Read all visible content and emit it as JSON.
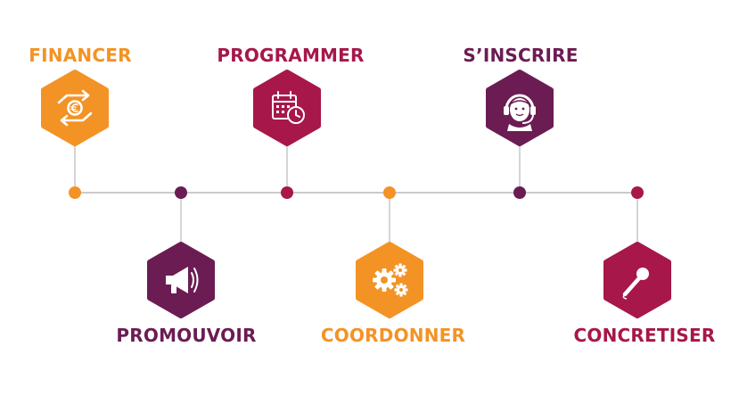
{
  "colors": {
    "orange": "#f39325",
    "crimson": "#a7174a",
    "plum": "#6b1c53",
    "line": "#b9b9b9"
  },
  "steps": [
    {
      "label": "FINANCER",
      "color": "orange",
      "icon": "euro-exchange-icon",
      "position": "top"
    },
    {
      "label": "PROMOUVOIR",
      "color": "plum",
      "icon": "megaphone-icon",
      "position": "bottom"
    },
    {
      "label": "PROGRAMMER",
      "color": "crimson",
      "icon": "calendar-clock-icon",
      "position": "top"
    },
    {
      "label": "COORDONNER",
      "color": "orange",
      "icon": "gears-icon",
      "position": "bottom"
    },
    {
      "label": "S’INSCRIRE",
      "color": "plum",
      "icon": "headset-icon",
      "position": "top"
    },
    {
      "label": "CONCRETISER",
      "color": "crimson",
      "icon": "microphone-icon",
      "position": "bottom"
    }
  ]
}
